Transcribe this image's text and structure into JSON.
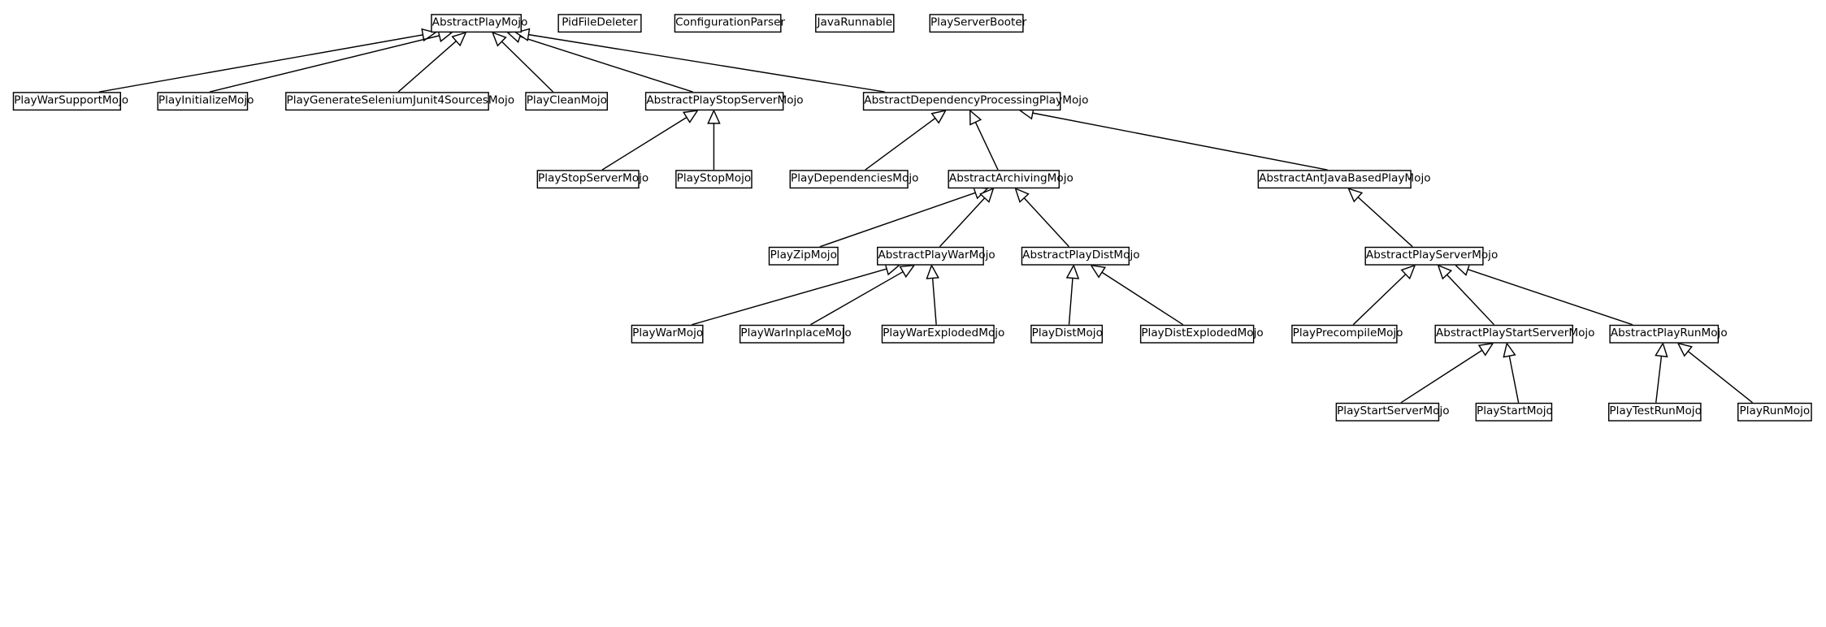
{
  "classes": {
    "abstract_play_mojo": "AbstractPlayMojo",
    "pid_file_deleter": "PidFileDeleter",
    "configuration_parser": "ConfigurationParser",
    "java_runnable": "JavaRunnable",
    "play_server_booter": "PlayServerBooter",
    "play_war_support_mojo": "PlayWarSupportMojo",
    "play_initialize_mojo": "PlayInitializeMojo",
    "play_generate_selenium_junit4_sources_mojo": "PlayGenerateSeleniumJunit4SourcesMojo",
    "play_clean_mojo": "PlayCleanMojo",
    "abstract_play_stop_server_mojo": "AbstractPlayStopServerMojo",
    "abstract_dependency_processing_play_mojo": "AbstractDependencyProcessingPlayMojo",
    "play_stop_server_mojo": "PlayStopServerMojo",
    "play_stop_mojo": "PlayStopMojo",
    "play_dependencies_mojo": "PlayDependenciesMojo",
    "abstract_archiving_mojo": "AbstractArchivingMojo",
    "abstract_ant_java_based_play_mojo": "AbstractAntJavaBasedPlayMojo",
    "play_zip_mojo": "PlayZipMojo",
    "abstract_play_war_mojo": "AbstractPlayWarMojo",
    "abstract_play_dist_mojo": "AbstractPlayDistMojo",
    "abstract_play_server_mojo": "AbstractPlayServerMojo",
    "play_war_mojo": "PlayWarMojo",
    "play_war_inplace_mojo": "PlayWarInplaceMojo",
    "play_war_exploded_mojo": "PlayWarExplodedMojo",
    "play_dist_mojo": "PlayDistMojo",
    "play_dist_exploded_mojo": "PlayDistExplodedMojo",
    "play_precompile_mojo": "PlayPrecompileMojo",
    "abstract_play_start_server_mojo": "AbstractPlayStartServerMojo",
    "abstract_play_run_mojo": "AbstractPlayRunMojo",
    "play_start_server_mojo": "PlayStartServerMojo",
    "play_start_mojo": "PlayStartMojo",
    "play_test_run_mojo": "PlayTestRunMojo",
    "play_run_mojo": "PlayRunMojo"
  },
  "inheritance": [
    {
      "child": "play_war_support_mojo",
      "parent": "abstract_play_mojo"
    },
    {
      "child": "play_initialize_mojo",
      "parent": "abstract_play_mojo"
    },
    {
      "child": "play_generate_selenium_junit4_sources_mojo",
      "parent": "abstract_play_mojo"
    },
    {
      "child": "play_clean_mojo",
      "parent": "abstract_play_mojo"
    },
    {
      "child": "abstract_play_stop_server_mojo",
      "parent": "abstract_play_mojo"
    },
    {
      "child": "abstract_dependency_processing_play_mojo",
      "parent": "abstract_play_mojo"
    },
    {
      "child": "play_stop_server_mojo",
      "parent": "abstract_play_stop_server_mojo"
    },
    {
      "child": "play_stop_mojo",
      "parent": "abstract_play_stop_server_mojo"
    },
    {
      "child": "play_dependencies_mojo",
      "parent": "abstract_dependency_processing_play_mojo"
    },
    {
      "child": "abstract_archiving_mojo",
      "parent": "abstract_dependency_processing_play_mojo"
    },
    {
      "child": "abstract_ant_java_based_play_mojo",
      "parent": "abstract_dependency_processing_play_mojo"
    },
    {
      "child": "play_zip_mojo",
      "parent": "abstract_archiving_mojo"
    },
    {
      "child": "abstract_play_war_mojo",
      "parent": "abstract_archiving_mojo"
    },
    {
      "child": "abstract_play_dist_mojo",
      "parent": "abstract_archiving_mojo"
    },
    {
      "child": "abstract_play_server_mojo",
      "parent": "abstract_ant_java_based_play_mojo"
    },
    {
      "child": "play_war_mojo",
      "parent": "abstract_play_war_mojo"
    },
    {
      "child": "play_war_inplace_mojo",
      "parent": "abstract_play_war_mojo"
    },
    {
      "child": "play_war_exploded_mojo",
      "parent": "abstract_play_war_mojo"
    },
    {
      "child": "play_dist_mojo",
      "parent": "abstract_play_dist_mojo"
    },
    {
      "child": "play_dist_exploded_mojo",
      "parent": "abstract_play_dist_mojo"
    },
    {
      "child": "play_precompile_mojo",
      "parent": "abstract_play_server_mojo"
    },
    {
      "child": "abstract_play_start_server_mojo",
      "parent": "abstract_play_server_mojo"
    },
    {
      "child": "abstract_play_run_mojo",
      "parent": "abstract_play_server_mojo"
    },
    {
      "child": "play_start_server_mojo",
      "parent": "abstract_play_start_server_mojo"
    },
    {
      "child": "play_start_mojo",
      "parent": "abstract_play_start_server_mojo"
    },
    {
      "child": "play_test_run_mojo",
      "parent": "abstract_play_run_mojo"
    },
    {
      "child": "play_run_mojo",
      "parent": "abstract_play_run_mojo"
    }
  ]
}
